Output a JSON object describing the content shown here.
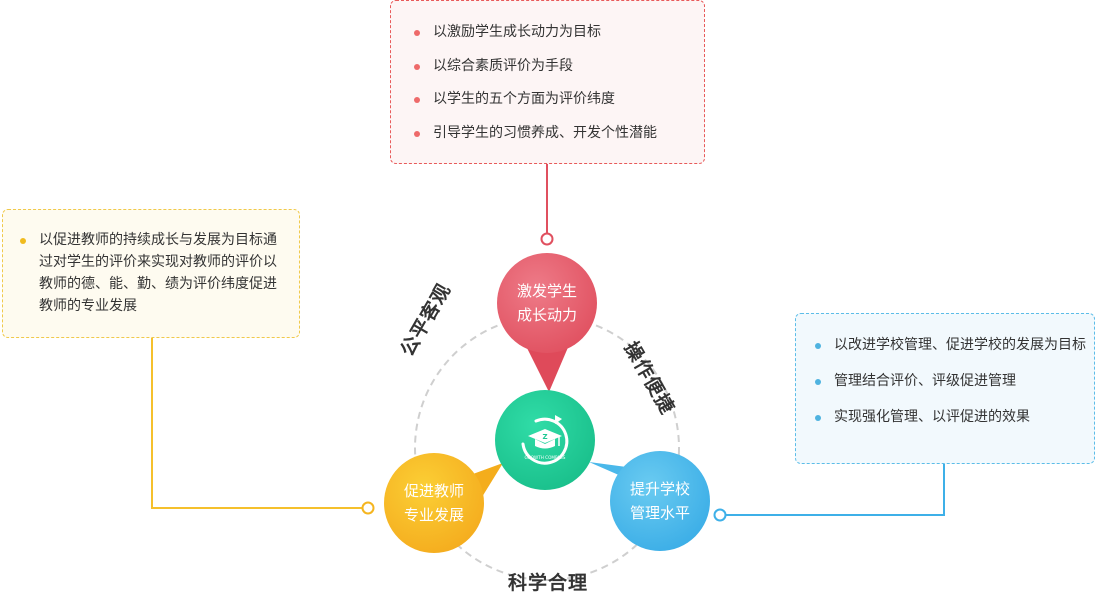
{
  "goals_box": {
    "items": [
      "以激励学生成长动力为目标",
      "以综合素质评价为手段",
      "以学生的五个方面为评价纬度",
      "引导学生的习惯养成、开发个性潜能"
    ]
  },
  "teacher_box": {
    "items": [
      "以促进教师的持续成长与发展为目标通过对学生的评价来实现对教师的评价以教师的德、能、勤、绩为评价纬度促进教师的专业发展"
    ]
  },
  "school_box": {
    "items": [
      "以改进学校管理、促进学校的发展为目标",
      "管理结合评价、评级促进管理",
      "实现强化管理、以评促进的效果"
    ]
  },
  "circles": {
    "student": "激发学生\n成长动力",
    "teacher": "促进教师\n专业发展",
    "school": "提升学校\n管理水平"
  },
  "ring_labels": {
    "left": "公平客观",
    "right": "操作便捷",
    "bottom": "科学合理"
  },
  "logo": {
    "text": "GROWTH COMPASS",
    "letter": "Z"
  },
  "colors": {
    "red": "#e0505f",
    "yellow": "#f5b51f",
    "blue": "#3eb0e8",
    "green": "#1fc893"
  }
}
